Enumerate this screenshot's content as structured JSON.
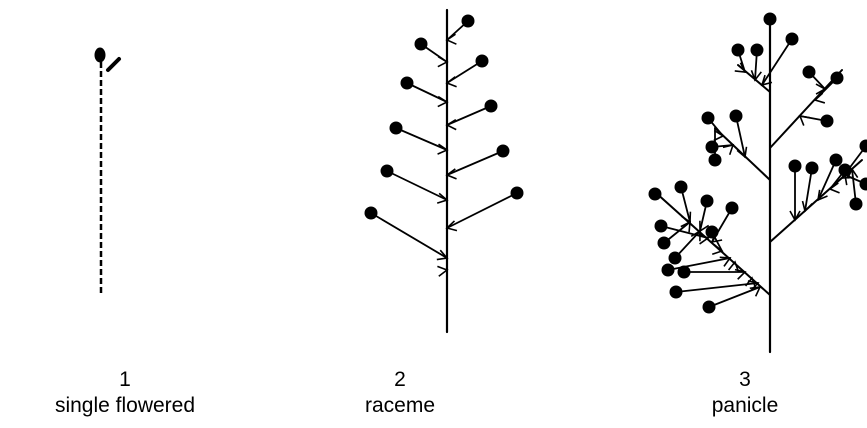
{
  "figure": {
    "panels": [
      {
        "number": "1",
        "name": "single flowered"
      },
      {
        "number": "2",
        "name": "raceme"
      },
      {
        "number": "3",
        "name": "panicle"
      }
    ]
  },
  "colors": {
    "ink": "#000000",
    "background": "#ffffff"
  }
}
